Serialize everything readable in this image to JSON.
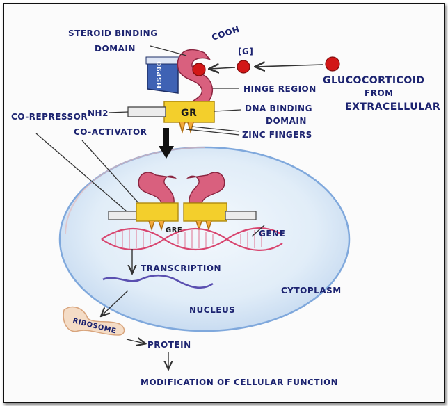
{
  "labels": {
    "steroid_binding_1": "STEROID BINDING",
    "steroid_binding_2": "DOMAIN",
    "cooh": "COOH",
    "g_bracket": "[G]",
    "hsp90": "HSP90",
    "glucocorticoid": "GLUCOCORTICOID",
    "from": "FROM",
    "extracellular": "EXTRACELLULAR",
    "hinge_region": "HINGE REGION",
    "gr": "GR",
    "dna_binding_1": "DNA BINDING",
    "dna_binding_2": "DOMAIN",
    "co_repressor": "CO-REPRESSOR",
    "nh2": "NH2",
    "co_activator": "CO-ACTIVATOR",
    "zinc_fingers": "ZINC FINGERS",
    "gre": "GRE",
    "gene": "GENE",
    "transcription": "TRANSCRIPTION",
    "cytoplasm": "CYTOPLASM",
    "nucleus": "NUCLEUS",
    "ribosome": "RIBOSOME",
    "protein": "PROTEIN",
    "modification": "MODIFICATION OF CELLULAR FUNCTION"
  },
  "colors": {
    "nucleus_outline": "#7fa8dc",
    "nucleus_fill": "#dbe9f6",
    "receptor_pink": "#d9607e",
    "receptor_yellow": "#f3cf2c",
    "hsp_blue": "#3f62b4",
    "ligand_red": "#d21717",
    "dna_pink": "#d8456f",
    "mrna_purple": "#5a4fb0",
    "ink": "#1c2370"
  }
}
